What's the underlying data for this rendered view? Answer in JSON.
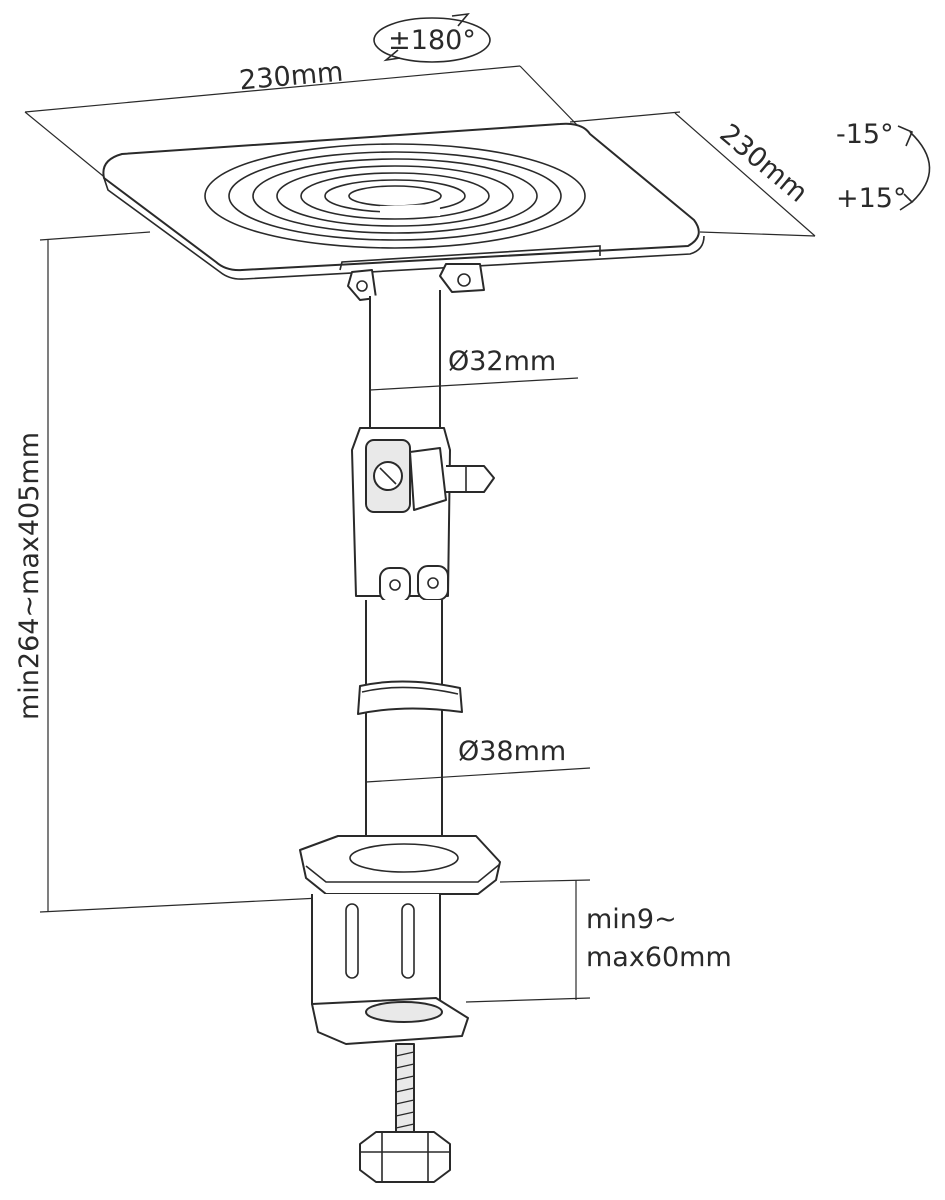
{
  "dimensions": {
    "rotation": "±180°",
    "width": "230mm",
    "depth": "230mm",
    "tilt_up": "-15°",
    "tilt_down": "+15°",
    "pole_upper_diameter": "Ø32mm",
    "pole_lower_diameter": "Ø38mm",
    "height_range": "min264~max405mm",
    "clamp_range_line1": "min9~",
    "clamp_range_line2": "max60mm"
  },
  "colors": {
    "line": "#2a2a2a",
    "background": "#ffffff"
  }
}
